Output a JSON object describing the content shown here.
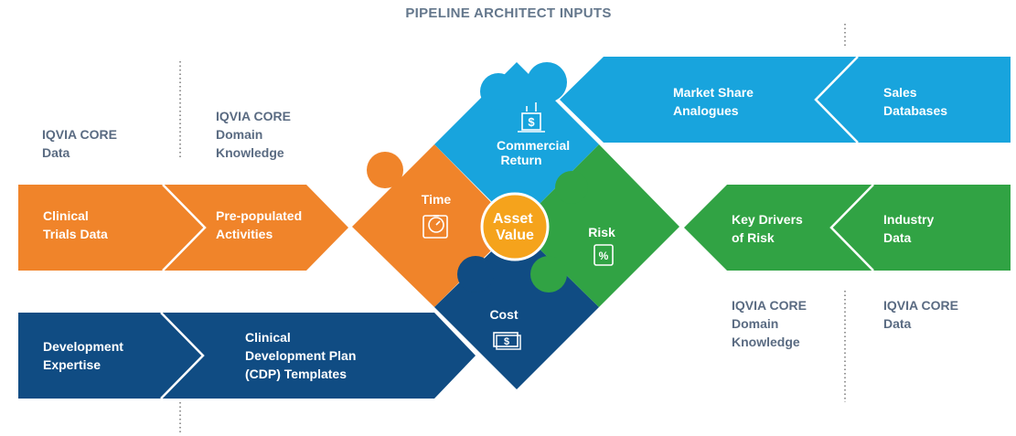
{
  "title": "PIPELINE ARCHITECT INPUTS",
  "colors": {
    "orange": "#f0842a",
    "blue": "#18a4dd",
    "green": "#31a344",
    "navy": "#104c83",
    "center": "#f5a31c",
    "source_text": "#5a6b82",
    "title_text": "#64778c"
  },
  "sources": {
    "top_left_1": [
      "IQVIA CORE",
      "Data"
    ],
    "top_left_2": [
      "IQVIA CORE",
      "Domain",
      "Knowledge"
    ],
    "bottom_right_1": [
      "IQVIA CORE",
      "Domain",
      "Knowledge"
    ],
    "bottom_right_2": [
      "IQVIA CORE",
      "Data"
    ]
  },
  "arrows": {
    "clinical_trials": [
      "Clinical",
      "Trials Data"
    ],
    "pre_populated": [
      "Pre-populated",
      "Activities"
    ],
    "dev_expertise": [
      "Development",
      "Expertise"
    ],
    "cdp_templates": [
      "Clinical",
      "Development Plan",
      "(CDP) Templates"
    ],
    "market_share": [
      "Market Share",
      "Analogues"
    ],
    "sales_db": [
      "Sales",
      "Databases"
    ],
    "key_drivers": [
      "Key Drivers",
      "of Risk"
    ],
    "industry_data": [
      "Industry",
      "Data"
    ]
  },
  "puzzle": {
    "time": "Time",
    "commercial": [
      "Commercial",
      "Return"
    ],
    "risk": "Risk",
    "cost": "Cost",
    "center": [
      "Asset",
      "Value"
    ]
  },
  "icons": {
    "time": "stopwatch-icon",
    "commercial": "money-chart-icon",
    "risk": "percent-document-icon",
    "cost": "cash-icon"
  }
}
